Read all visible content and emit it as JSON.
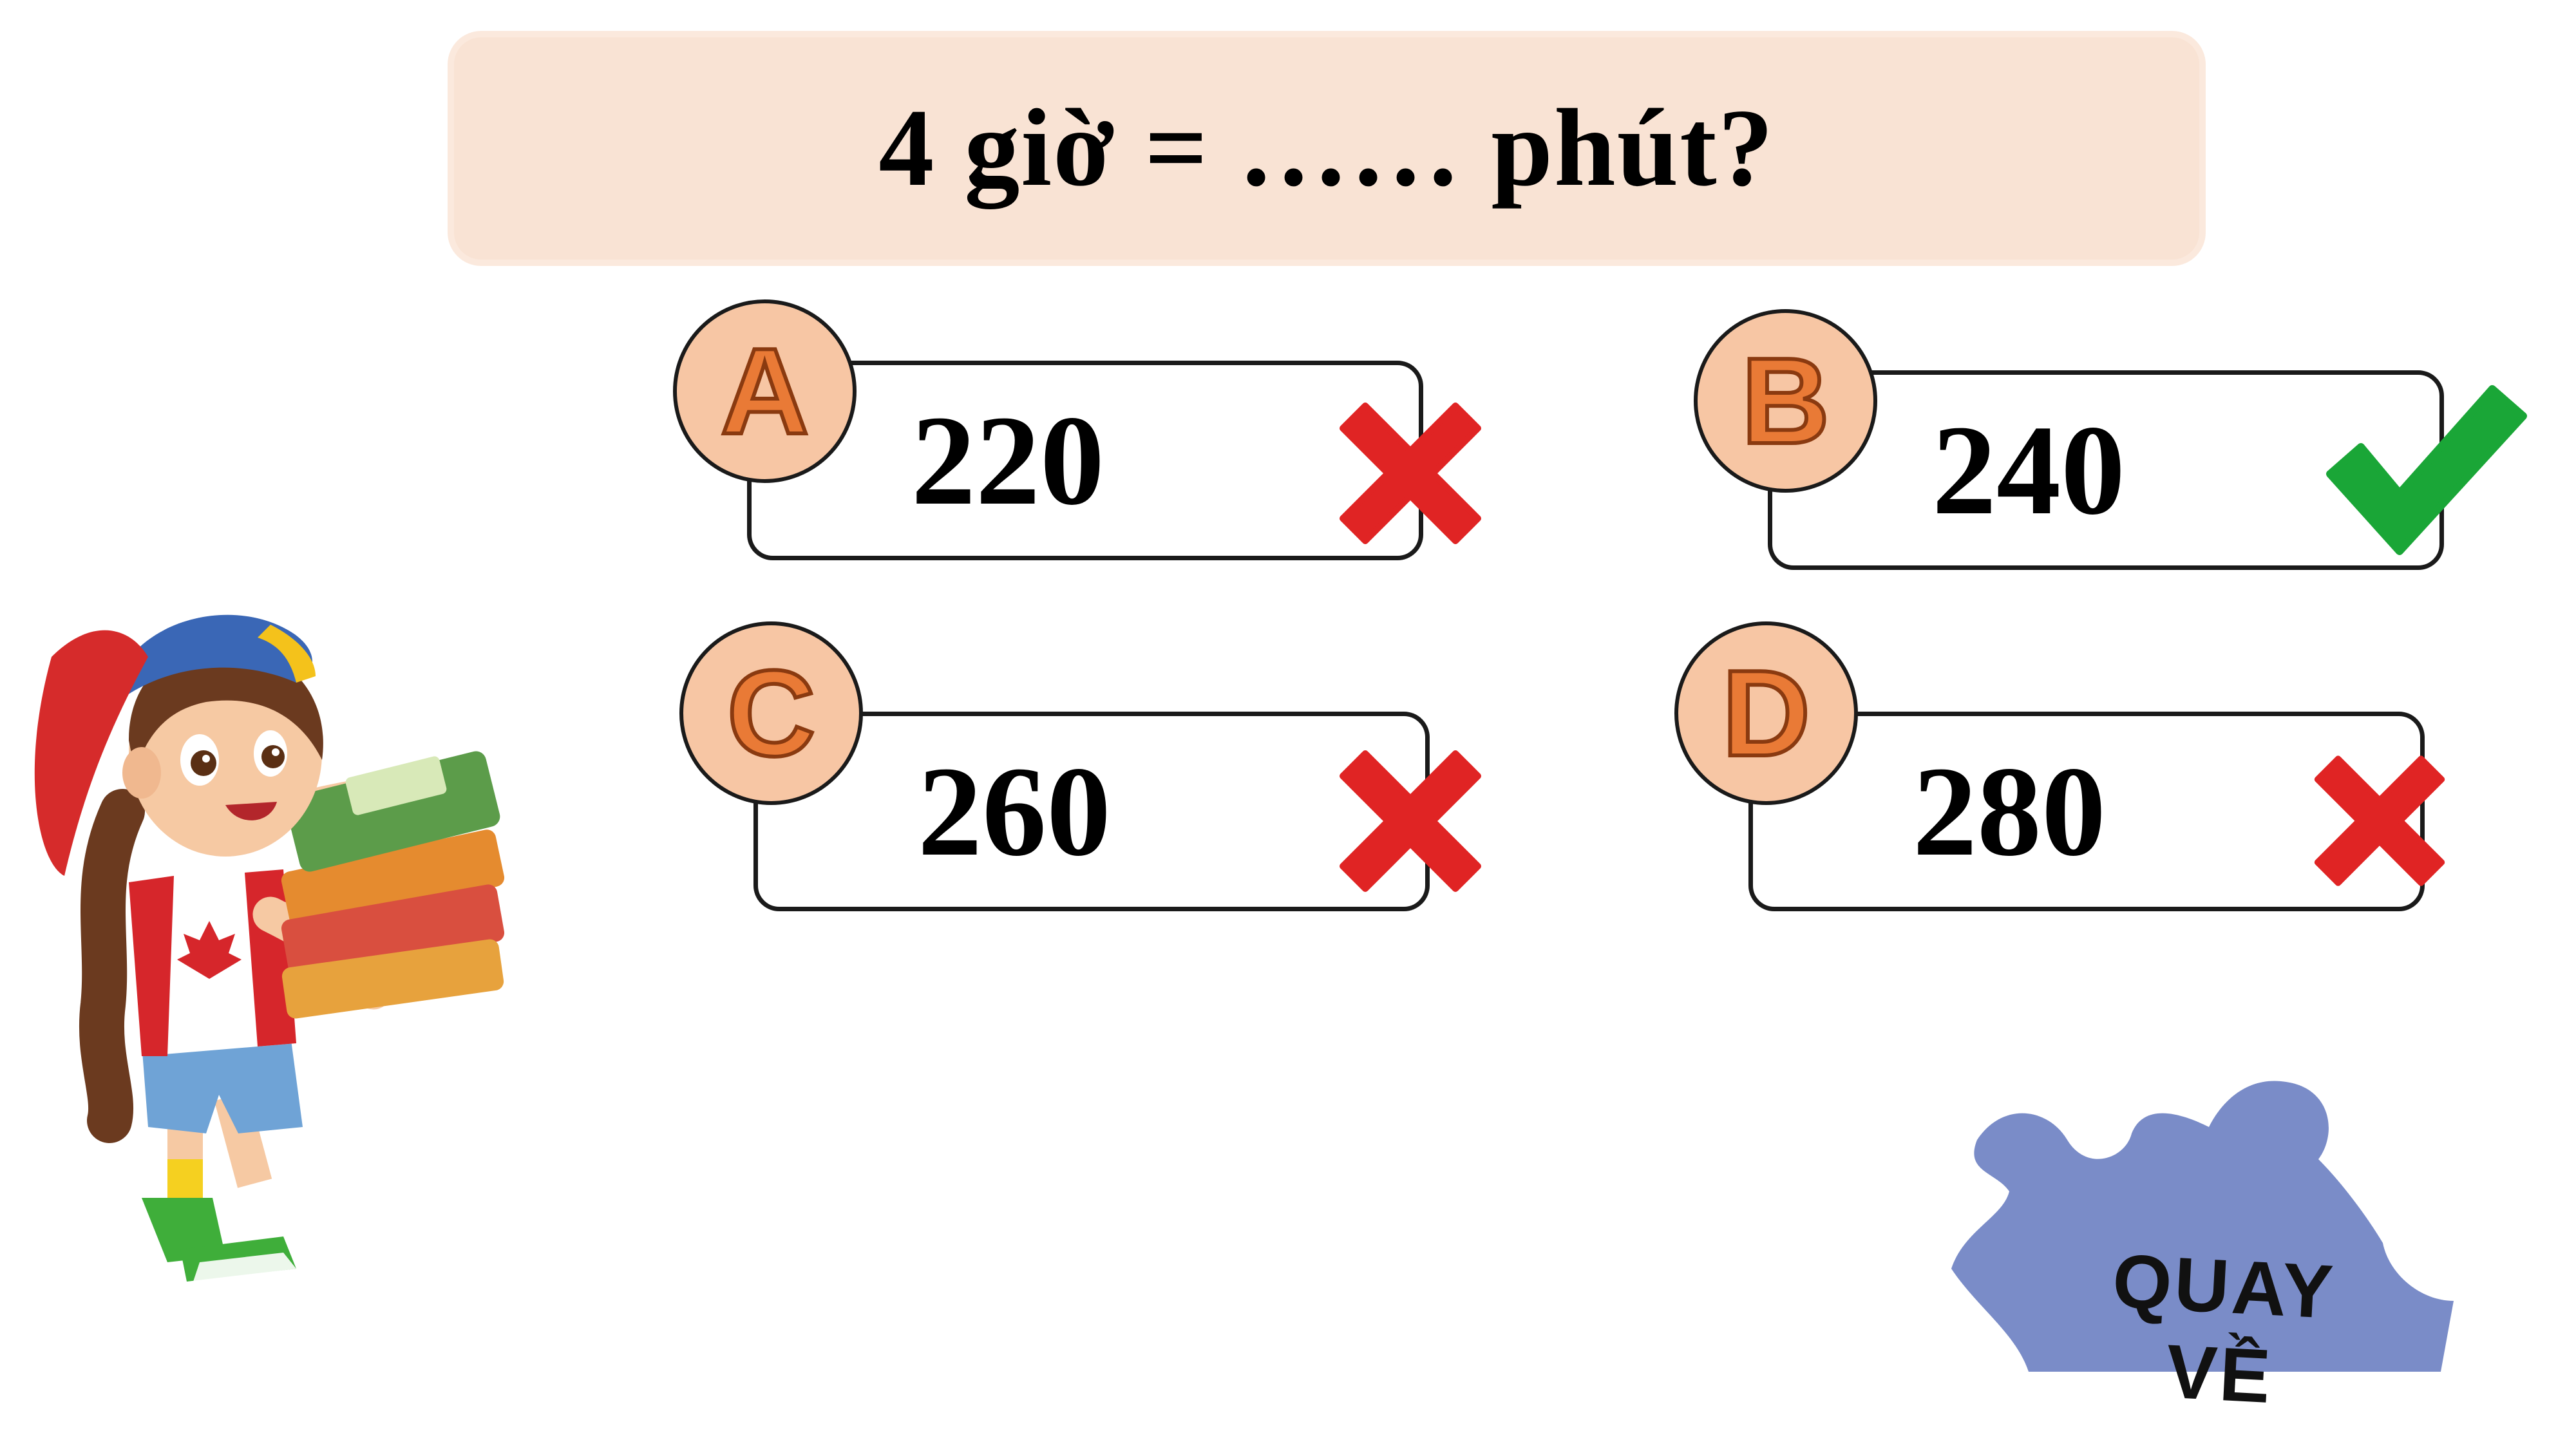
{
  "question": {
    "text": "4 giờ = …… phút?"
  },
  "answers": [
    {
      "letter": "A",
      "value": "220",
      "status": "wrong",
      "icon": "cross-icon"
    },
    {
      "letter": "B",
      "value": "240",
      "status": "correct",
      "icon": "check-icon"
    },
    {
      "letter": "C",
      "value": "260",
      "status": "wrong",
      "icon": "cross-icon"
    },
    {
      "letter": "D",
      "value": "280",
      "status": "wrong",
      "icon": "cross-icon"
    }
  ],
  "back_button": {
    "label": "QUAY VỀ",
    "icon": "puzzle-piece-icon"
  },
  "colors": {
    "banner": "#f9e3d4",
    "badge": "#f7c6a4",
    "badge_letter": "#e97a36",
    "wrong": "#e02424",
    "correct": "#1aa637",
    "puzzle": "#7a8cc8"
  }
}
